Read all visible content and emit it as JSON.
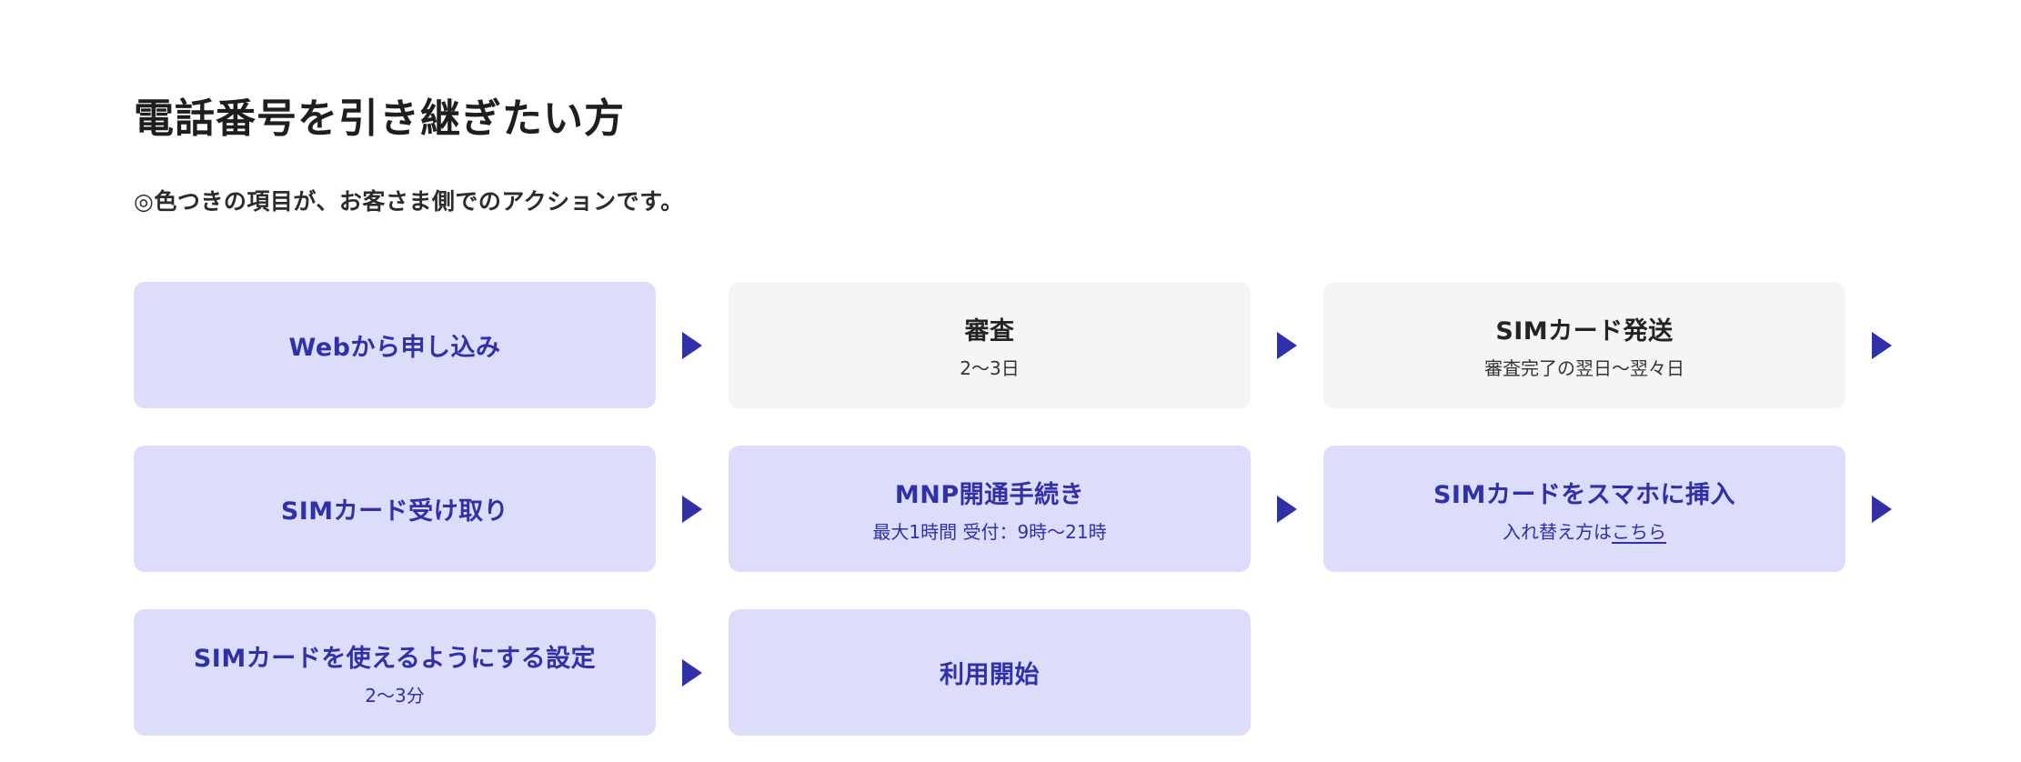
{
  "page": {
    "title": "電話番号を引き継ぎたい方",
    "note": "◎色つきの項目が、お客さま側でのアクションです。"
  },
  "colors": {
    "accent": "#3030A8",
    "action_box_background": "#DCDDFB",
    "neutral_box_background": "#F5F5F5",
    "heading_text": "#1E1E1E"
  },
  "flow": {
    "rows": [
      {
        "trailing_arrow": true,
        "steps": [
          {
            "label": "Webから申し込み",
            "type": "action"
          },
          {
            "label": "審査",
            "sub": "2〜3日",
            "type": "neutral"
          },
          {
            "label": "SIMカード発送",
            "sub": "審査完了の翌日〜翌々日",
            "type": "neutral"
          }
        ]
      },
      {
        "trailing_arrow": true,
        "steps": [
          {
            "label": "SIMカード受け取り",
            "type": "action"
          },
          {
            "label": "MNP開通手続き",
            "sub": "最大1時間 受付：9時〜21時",
            "type": "action"
          },
          {
            "label": "SIMカードをスマホに挿入",
            "sub": "入れ替え方は",
            "sub_link": "こちら",
            "type": "action"
          }
        ]
      },
      {
        "trailing_arrow": false,
        "steps": [
          {
            "label": "SIMカードを使えるようにする設定",
            "sub": "2〜3分",
            "type": "action"
          },
          {
            "label": "利用開始",
            "type": "action"
          }
        ]
      }
    ]
  }
}
